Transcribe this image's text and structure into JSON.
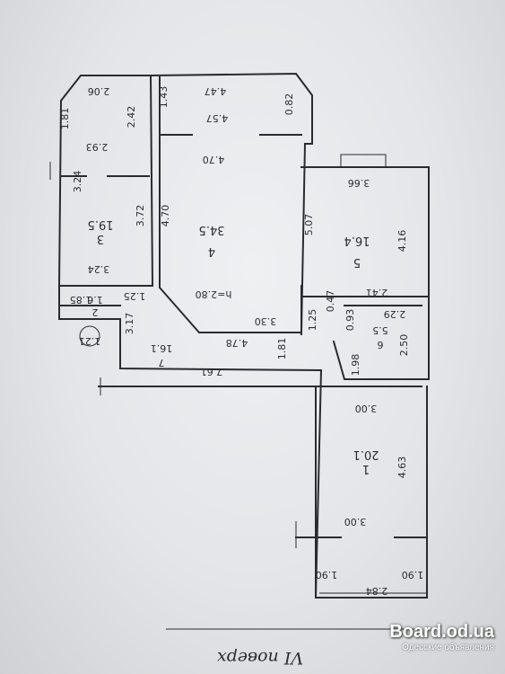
{
  "plan": {
    "floor_caption": "VI поверх",
    "rooms": [
      {
        "id": "1",
        "area": "20.1"
      },
      {
        "id": "2",
        "area": "1.6"
      },
      {
        "id": "3",
        "area": "19.5"
      },
      {
        "id": "4",
        "area": "34.5"
      },
      {
        "id": "5",
        "area": "16.4"
      },
      {
        "id": "6",
        "area": "5.5"
      },
      {
        "id": "7",
        "area": "16.1"
      }
    ],
    "ceiling_height": "h=2.80",
    "dimensions": [
      "2.06",
      "4.47",
      "1.43",
      "0.82",
      "1.81",
      "2.42",
      "2.93",
      "3.24",
      "3.72",
      "3.24",
      "4.57",
      "4.70",
      "4.70",
      "3.66",
      "5.07",
      "4.16",
      "2.41",
      "1.25",
      "1.85",
      "3.17",
      "1.21",
      "0.47",
      "2.29",
      "0.93",
      "1.25",
      "1.98",
      "2.50",
      "3.30",
      "4.78",
      "1.81",
      "7.61",
      "3.00",
      "4.63",
      "3.00",
      "1.90",
      "1.90",
      "2.84"
    ]
  },
  "watermark": {
    "site": "Board.od.ua",
    "tagline": "Одесские объявления"
  }
}
